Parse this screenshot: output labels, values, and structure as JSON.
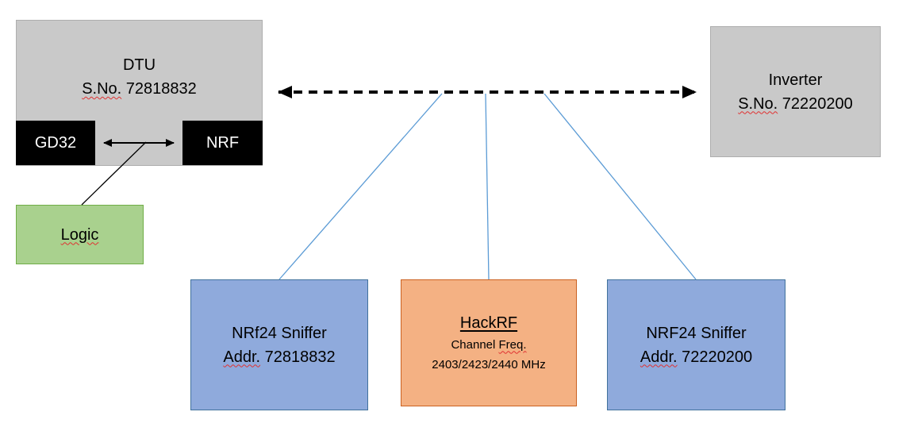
{
  "diagram": {
    "dtu": {
      "title": "DTU",
      "serial_label": "S.No.",
      "serial_value": "72818832"
    },
    "gd32": {
      "label": "GD32"
    },
    "nrf": {
      "label": "NRF"
    },
    "logic": {
      "label": "Logic"
    },
    "inverter": {
      "title": "Inverter",
      "serial_label": "S.No.",
      "serial_value": "72220200"
    },
    "sniffer_left": {
      "title": "NRf24 Sniffer",
      "addr_label": "Addr.",
      "addr_value": "72818832"
    },
    "hackrf": {
      "title": "HackRF",
      "channel_label": "Channel",
      "freq_label": "Freq.",
      "freq_values": "2403/2423/2440 MHz"
    },
    "sniffer_right": {
      "title": "NRF24 Sniffer",
      "addr_label": "Addr.",
      "addr_value": "72220200"
    },
    "connections": [
      {
        "from": "DTU",
        "to": "Inverter",
        "style": "dashed-double-arrow"
      },
      {
        "from": "GD32",
        "to": "NRF",
        "style": "solid-double-arrow"
      },
      {
        "from": "Logic",
        "to": "GD32-NRF-link",
        "style": "thin-line"
      },
      {
        "from": "radio-link",
        "to": "NRf24 Sniffer 72818832",
        "style": "thin-blue-line"
      },
      {
        "from": "radio-link",
        "to": "HackRF",
        "style": "thin-blue-line"
      },
      {
        "from": "radio-link",
        "to": "NRF24 Sniffer 72220200",
        "style": "thin-blue-line"
      }
    ],
    "colors": {
      "gray_fill": "#c9c9c9",
      "black_fill": "#000000",
      "green_fill": "#a9d18e",
      "green_border": "#70ad47",
      "blue_fill": "#8faadc",
      "blue_border": "#41719c",
      "orange_fill": "#f4b183",
      "orange_border": "#cb6120",
      "connector_blue": "#5b9bd5",
      "arrow_black": "#000000",
      "spellcheck_red": "#e03131"
    }
  }
}
